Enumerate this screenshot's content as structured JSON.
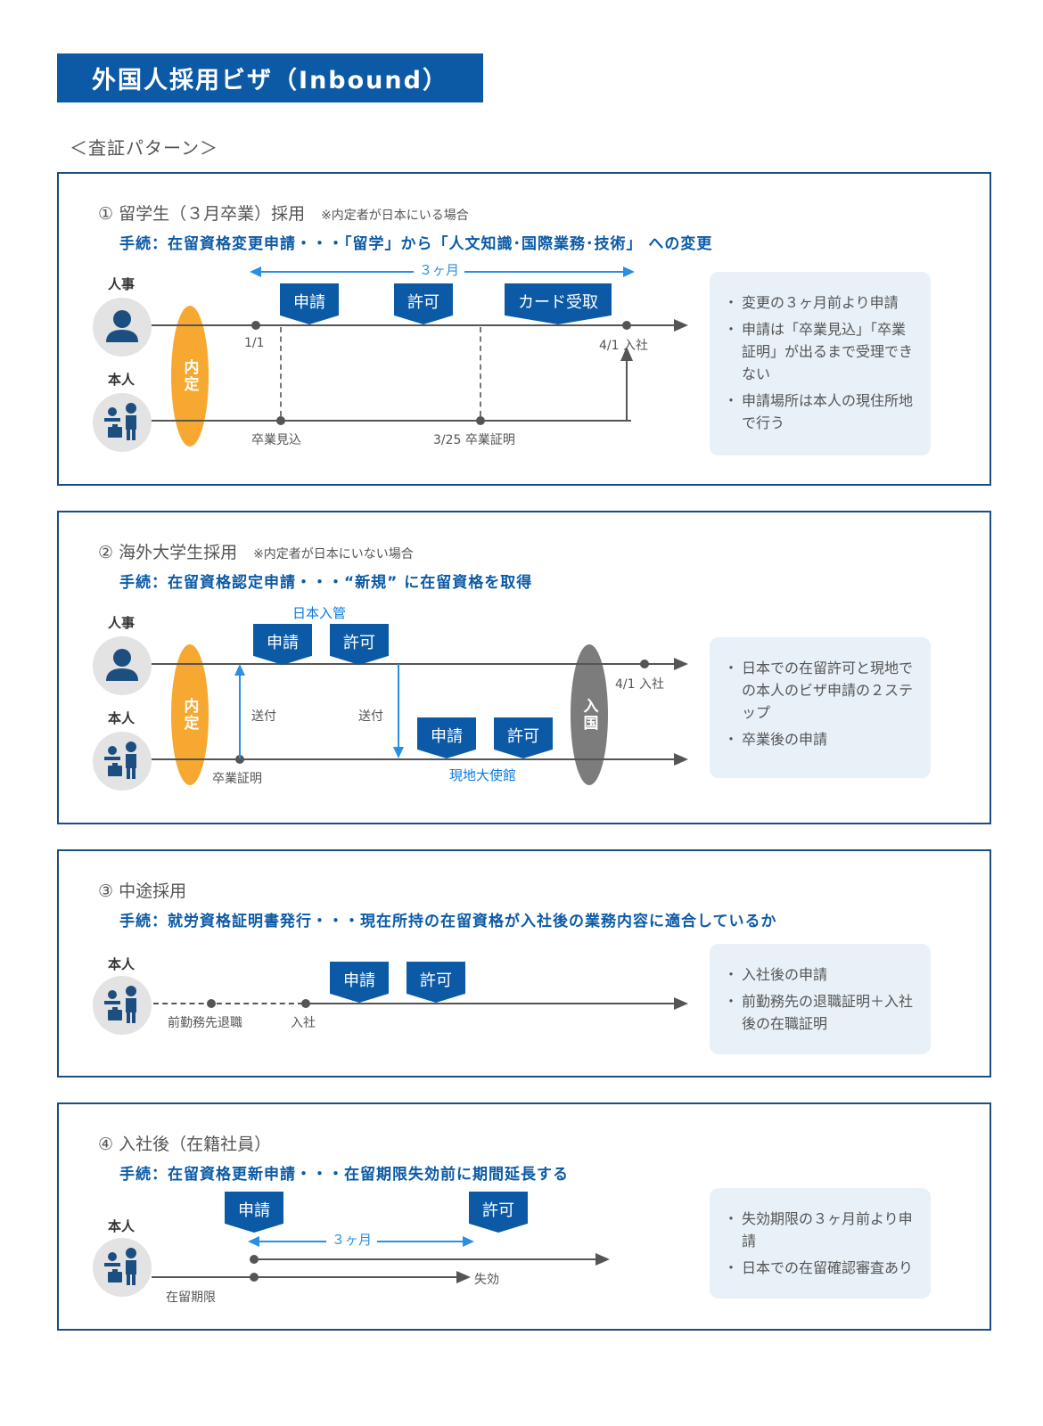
{
  "title": "外国人採用ビザ（Inbound）",
  "subtitle": "＜査証パターン＞",
  "roles": {
    "hr": "人事",
    "self": "本人"
  },
  "badges": {
    "naitei": "内定",
    "nyukoku": "入国"
  },
  "sections": [
    {
      "heading": "① 留学生（３月卒業）採用",
      "note": "※内定者が日本にいる場合",
      "procedure": "手続：在留資格変更申請・・・「留学」から「人文知識･国際業務･技術」 への変更",
      "duration": "３ヶ月",
      "tags": [
        "申請",
        "許可",
        "カード受取"
      ],
      "labels": {
        "start": "1/1",
        "end": "4/1 入社",
        "grad_expected": "卒業見込",
        "grad_cert": "3/25 卒業証明"
      },
      "info": [
        "変更の３ヶ月前より申請",
        "申請は「卒業見込」「卒業証明」が出るまで受理できない",
        "申請場所は本人の現住所地で行う"
      ]
    },
    {
      "heading": "② 海外大学生採用",
      "note": "※内定者が日本にいない場合",
      "procedure": "手続：在留資格認定申請・・・“新規” に在留資格を取得",
      "immigration": "日本入管",
      "embassy": "現地大使館",
      "tags_top": [
        "申請",
        "許可"
      ],
      "tags_bottom": [
        "申請",
        "許可"
      ],
      "labels": {
        "send1": "送付",
        "send2": "送付",
        "grad_cert": "卒業証明",
        "end": "4/1 入社"
      },
      "info": [
        "日本での在留許可と現地での本人のビザ申請の２ステップ",
        "卒業後の申請"
      ]
    },
    {
      "heading": "③ 中途採用",
      "procedure": "手続：就労資格証明書発行・・・現在所持の在留資格が入社後の業務内容に適合しているか",
      "tags": [
        "申請",
        "許可"
      ],
      "labels": {
        "retire": "前勤務先退職",
        "join": "入社"
      },
      "info": [
        "入社後の申請",
        "前勤務先の退職証明＋入社後の在職証明"
      ]
    },
    {
      "heading": "④ 入社後（在籍社員）",
      "procedure": "手続：在留資格更新申請・・・在留期限失効前に期間延長する",
      "duration": "３ヶ月",
      "tags": [
        "申請",
        "許可"
      ],
      "labels": {
        "deadline": "在留期限",
        "expire": "失効"
      },
      "info": [
        "失効期限の３ヶ月前より申請",
        "日本での在留確認審査あり"
      ]
    }
  ],
  "icons": {
    "hr": "person-icon",
    "self": "person-with-briefcase-icon"
  },
  "colors": {
    "primary": "#0c5aa6",
    "accent_blue": "#2a8fe4",
    "naitei": "#f6a831",
    "nyukoku": "#7c7c7c",
    "info_bg": "#e8f1f8"
  }
}
